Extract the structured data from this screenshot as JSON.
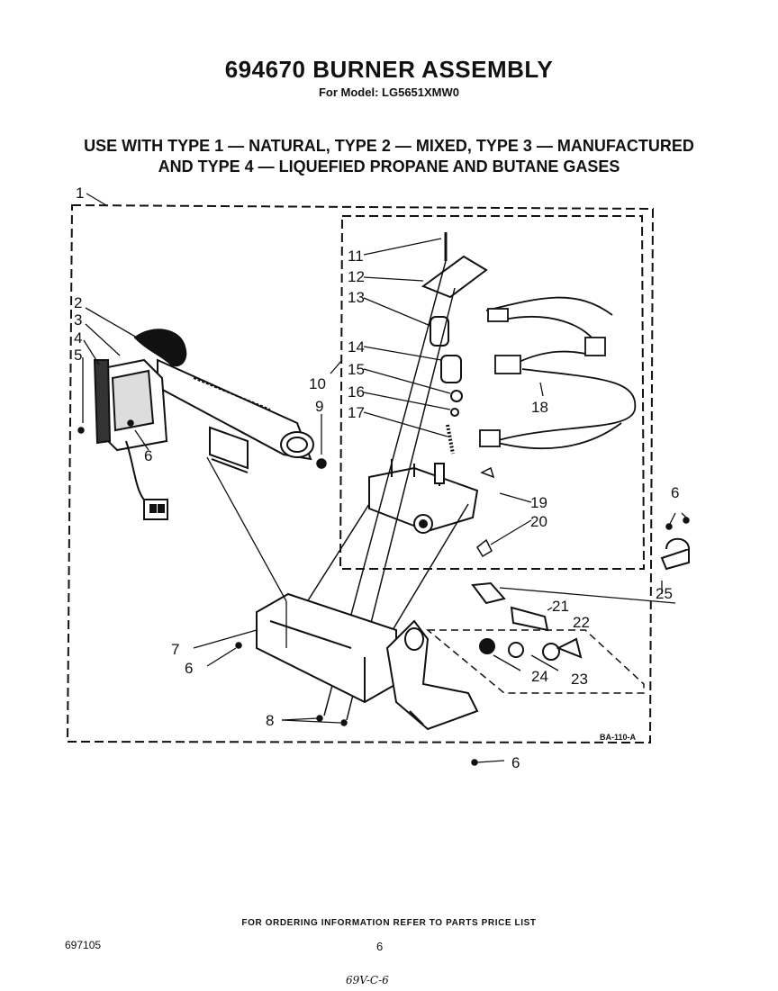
{
  "header": {
    "title": "694670 BURNER ASSEMBLY",
    "model": "For Model: LG5651XMW0"
  },
  "usage": {
    "line1": "USE WITH TYPE 1 — NATURAL, TYPE 2 — MIXED, TYPE 3 — MANUFACTURED",
    "line2": "AND TYPE 4 — LIQUEFIED PROPANE AND BUTANE GASES"
  },
  "callouts": {
    "c1": "1",
    "c2": "2",
    "c3": "3",
    "c4": "4",
    "c5": "5",
    "c6a": "6",
    "c6b": "6",
    "c6c": "6",
    "c6d": "6",
    "c7": "7",
    "c8": "8",
    "c9": "9",
    "c10": "10",
    "c11": "11",
    "c12": "12",
    "c13": "13",
    "c14": "14",
    "c15": "15",
    "c16": "16",
    "c17": "17",
    "c18": "18",
    "c19": "19",
    "c20": "20",
    "c21": "21",
    "c22": "22",
    "c23": "23",
    "c24": "24",
    "c25": "25"
  },
  "drawing_code": "BA-110-A",
  "footer": {
    "ordering": "FOR ORDERING INFORMATION REFER TO PARTS PRICE LIST",
    "doc_number": "697105",
    "page": "6",
    "handwritten": "69V-C-6"
  }
}
